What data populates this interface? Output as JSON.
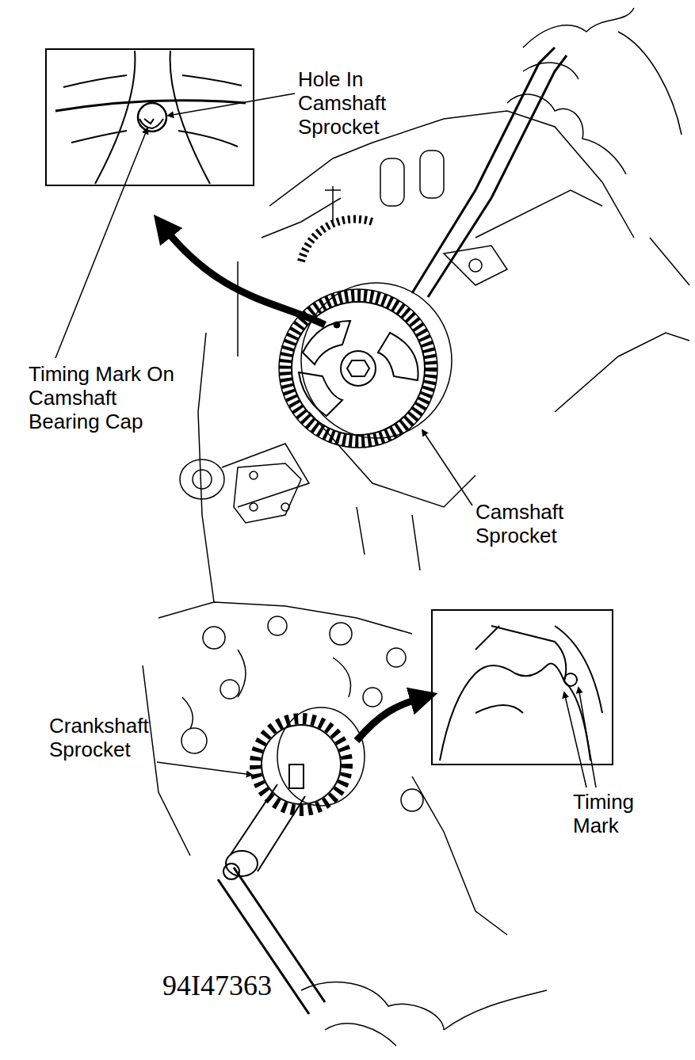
{
  "diagram": {
    "labels": [
      "Hole In Camshaft Sprocket",
      "Timing Mark On Camshaft Bearing Cap",
      "Camshaft Sprocket",
      "Crankshaft Sprocket",
      "Timing Mark",
      "94I47363"
    ]
  }
}
